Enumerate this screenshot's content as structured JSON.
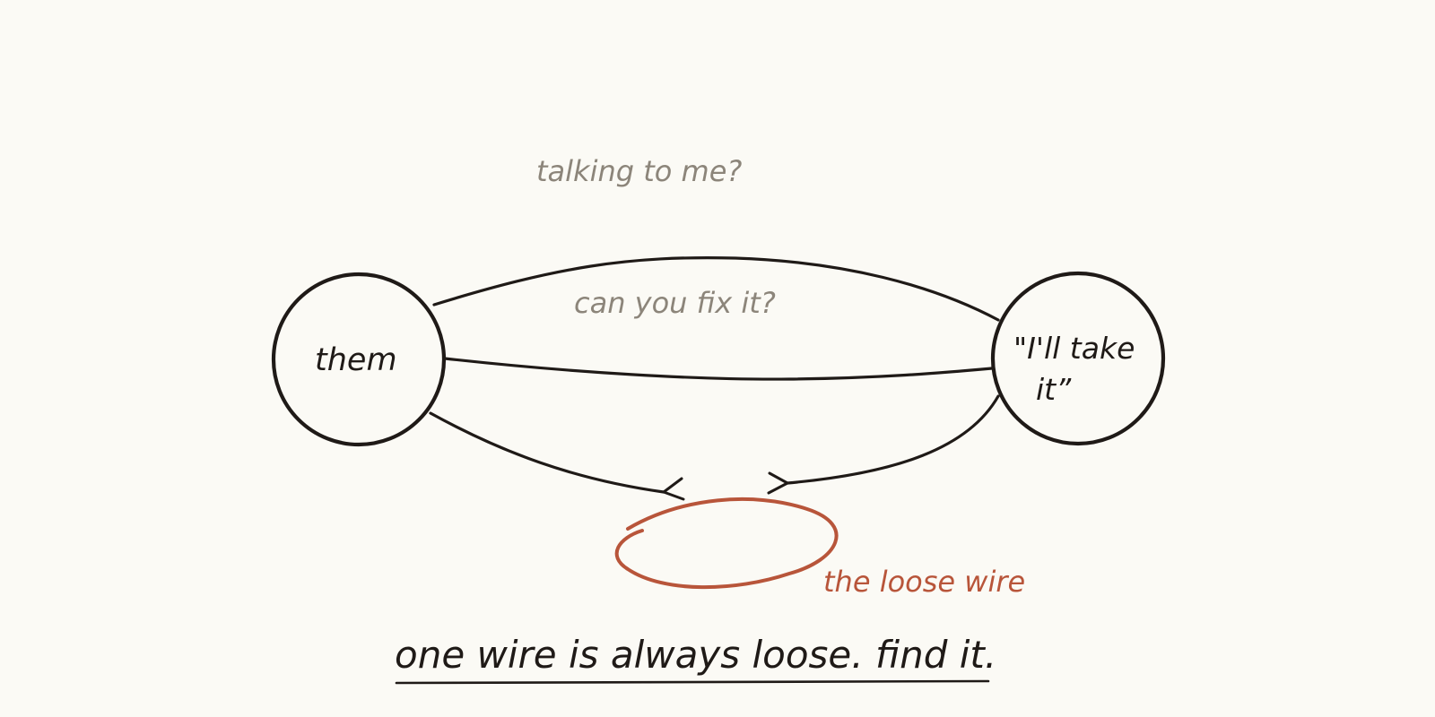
{
  "diagram": {
    "nodes": {
      "left": {
        "label": "them"
      },
      "right": {
        "label_line1": "\"I'll take",
        "label_line2": "it”"
      }
    },
    "edges": {
      "top": {
        "label": "talking to me?"
      },
      "middle": {
        "label": "can you fix it?"
      }
    },
    "loose_wire": {
      "label": "the loose wire"
    },
    "caption": "one wire is always loose. find it."
  },
  "colors": {
    "ink": "#1f1a17",
    "muted": "#8c857a",
    "accent": "#b8553a",
    "background": "#fbfaf5"
  }
}
